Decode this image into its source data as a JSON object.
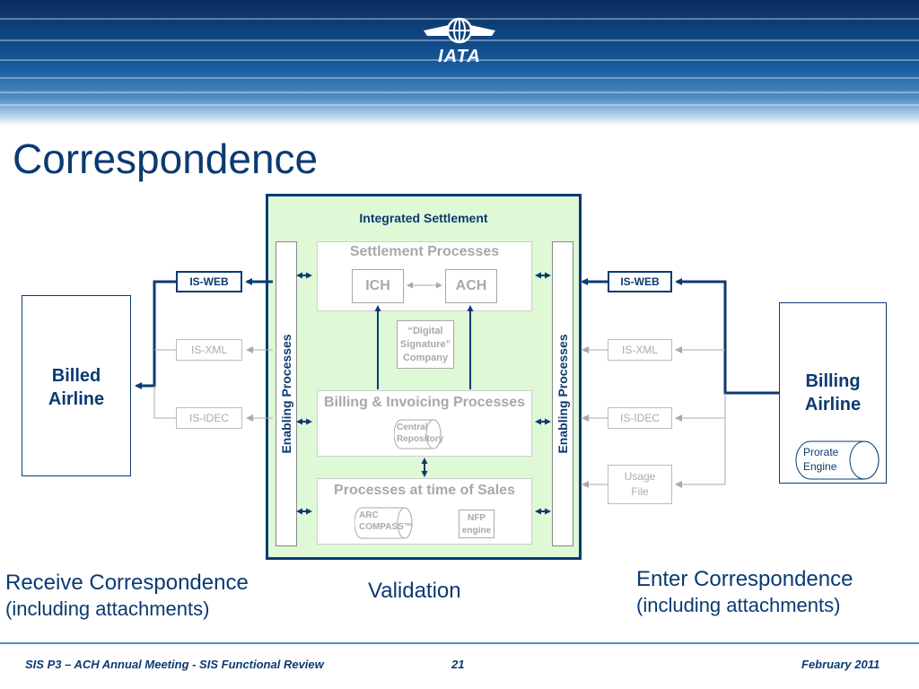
{
  "header": {
    "logo_text": "IATA"
  },
  "title": "Correspondence",
  "central": {
    "title": "Integrated Settlement",
    "enabling_left": "Enabling Processes",
    "enabling_right": "Enabling Processes",
    "settlement": {
      "title": "Settlement Processes",
      "ich": "ICH",
      "ach": "ACH"
    },
    "digital_signature": [
      "“Digital",
      "Signature”",
      "Company"
    ],
    "billing": {
      "title": "Billing & Invoicing Processes",
      "repo": [
        "Central",
        "Repository"
      ]
    },
    "sales": {
      "title": "Processes at time of Sales",
      "arc": [
        "ARC",
        "COMPASS™"
      ],
      "nfp": [
        "NFP",
        "engine"
      ]
    }
  },
  "left_channels": {
    "web": "IS-WEB",
    "xml": "IS-XML",
    "idec": "IS-IDEC"
  },
  "right_channels": {
    "web": "IS-WEB",
    "xml": "IS-XML",
    "idec": "IS-IDEC",
    "usage": [
      "Usage",
      "File"
    ]
  },
  "billed_airline": [
    "Billed",
    "Airline"
  ],
  "billing_airline": [
    "Billing",
    "Airline"
  ],
  "prorate_engine": [
    "Prorate",
    "Engine"
  ],
  "captions": {
    "receive": "Receive Correspondence",
    "receive_sub": "(including attachments)",
    "validation": "Validation",
    "enter": "Enter Correspondence",
    "enter_sub": "(including attachments)"
  },
  "footer": {
    "left": "SIS P3 – ACH Annual Meeting - SIS Functional Review",
    "page": "21",
    "date": "February 2011"
  },
  "colors": {
    "navy": "#0b3a73",
    "panel_green": "#dff8d6",
    "gray_text": "#a8a8a8"
  }
}
